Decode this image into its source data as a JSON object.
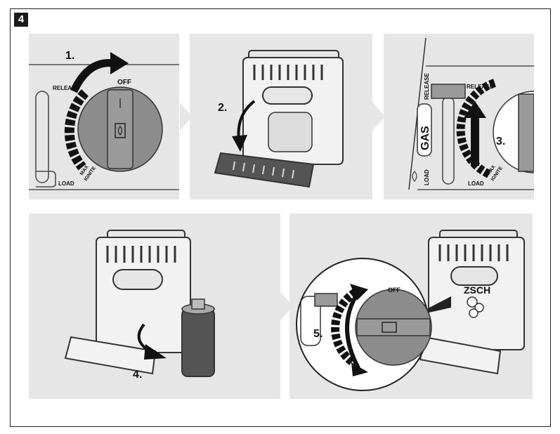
{
  "step_badge": "4",
  "panel1": {
    "step": "1.",
    "off": "OFF",
    "release": "RELEASE",
    "load": "LOAD",
    "max": "MAX",
    "ignite": "IGNITE"
  },
  "panel2": {
    "step": "2."
  },
  "panel3": {
    "step": "3.",
    "release_tab": "RELEASE",
    "gas": "GAS",
    "load_tab": "LOAD",
    "release": "RELEASE",
    "load": "LOAD",
    "max": "MAX",
    "ignite": "IGNITE"
  },
  "panel4": {
    "step": "4."
  },
  "panel5": {
    "step": "5.",
    "off": "OFF",
    "sound": "ZSCH"
  },
  "colors": {
    "panel_bg": "#e6e6e6",
    "dial": "#8c8c8c",
    "ink": "#111111"
  }
}
